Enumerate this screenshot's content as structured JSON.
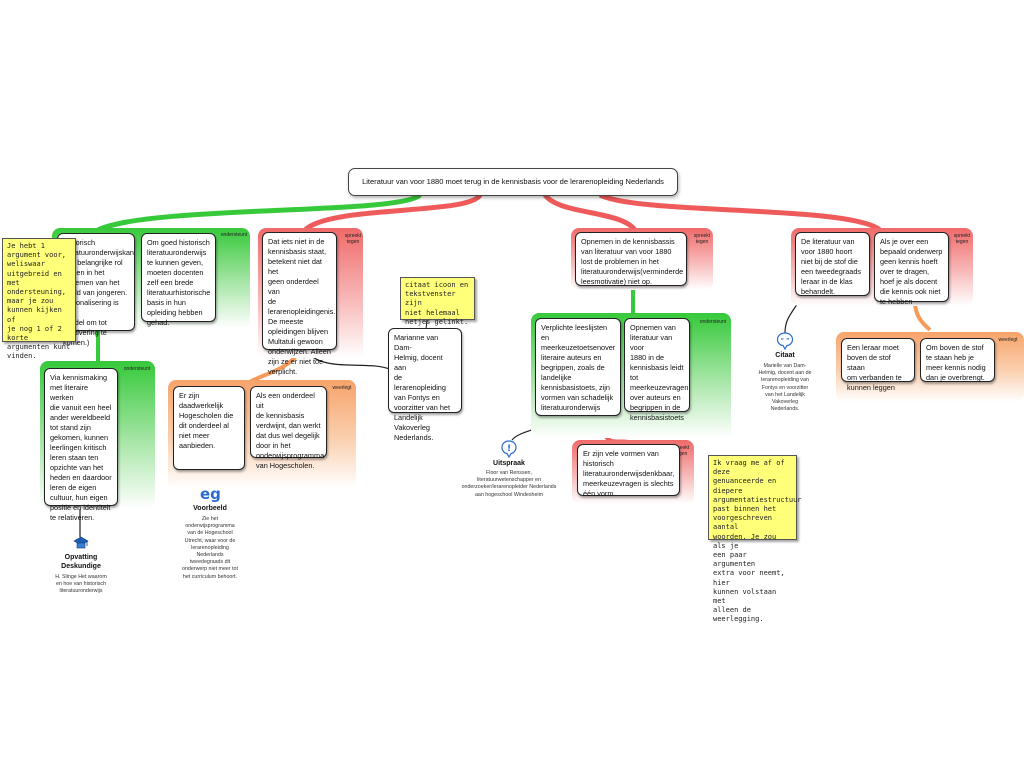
{
  "root": {
    "text": "Literatuur van voor 1880 moet terug in de kennisbasis voor de lerarenopleiding Nederlands"
  },
  "tags": {
    "ondersteunt": "ondersteunt",
    "spreekt_tegen": "spreekt\ntegen",
    "weerlegt": "weerlegt"
  },
  "nodes": {
    "a1": "Historisch\nliteratuuronderwijskan\neen belangrijke rol\nspelen in het\nbenemen van het\nbeeld van jongeren.\nNationalisering is een\nmiddel om tot\nrelativering te\nkomen.)",
    "a2": "Om goed historisch\nliteratuuronderwijs\nte kunnen geven,\nmoeten docenten\nzelf een brede\nliteratuurhistorische\nbasis in hun\nopleiding hebben\ngehad.",
    "a3": "Via kennismaking\nmet literaire werken\ndie vanuit een heel\nander wereldbeeld\ntot stand zijn\ngekomen, kunnen\nleerlingen kritisch\nleren staan ten\nopzichte van het\nheden en daardoor\nleren de eigen\ncultuur, hun eigen\npositie en identiteit\nte relativeren.",
    "b1": "Dat iets niet in de\nkennisbasis staat,\nbetekent niet dat het\ngeen onderdeel van\nde\nlerarenopleidingenis.\nDe meeste\nopleidingen blijven\nMultatuli gewoon\nonderwijzen. Alleen\nzijn ze er niet toe\nverplicht.",
    "b2": "Er zijn\ndaadwerkelijk\nHogescholen die\ndit onderdeel al\nniet meer\naanbieden.",
    "b3": "Als een onderdeel uit\nde kennisbasis\nverdwijnt, dan werkt\ndat dus wel degelijk\ndoor in het\nonderwijsprogramma\nvan Hogescholen.",
    "b4": "Marianne van Dam-\nHelmig, docent aan\nde lerarenopleiding\nvan Fontys en\nvoorzitter van het\nLandelijk\nVakoverleg\nNederlands.",
    "c1": "Opnemen in de kennisbassis\nvan literatuur van voor 1880\nlost de problemen in het\nliteratuuronderwijs(verminderde\nleesmotivatie) niet op.",
    "c2": "Verplichte leeslijsten\nen\nmeerkeuzetoetsenover\nliteraire auteurs en\nbegrippen, zoals de\nlandelijke\nkennisbasistoets, zijn\nvormen van schadelijk\nliteratuuronderwijs",
    "c3": "Opnemen van\nliteratuur van voor\n1880 in de\nkennisbasis leidt\ntot\nmeerkeuzevragen\nover auteurs en\nbegrippen in de\nkennisbasistoets",
    "c4": "Er zijn vele vormen van\nhistorisch\nliteratuuronderwijsdenkbaar,\nmeerkeuzevragen is slechts\néén vorm.",
    "d1": "De literatuur van\nvoor 1880 hoort\nniet bij de stof die\neen tweedegraads\nleraar in de klas\nbehandelt.",
    "d2": "Als je over een\nbepaald onderwerp\ngeen kennis hoeft\nover te dragen,\nhoef je als docent\ndie kennis ook niet\nte hebben",
    "d3": "Een leraar moet\nboven de stof staan\nom verbanden te\nkunnen leggen",
    "d4": "Om boven de stof\nte staan heb je\nmeer kennis nodig\ndan je overbrengt."
  },
  "notes": {
    "n1": "Je hebt 1\nargument voor,\nweliswaar\nuitgebreid en met\nondersteuning,\nmaar je zou\nkunnen kijken of\nje nog 1 of 2 korte\nargumenten kunt\nvinden.",
    "n2": "citaat icoon en\ntekstvenster zijn\nniet helemaal\nnetjes gelinkt.",
    "n3": "Ik vraag me af of deze\ngenuanceerde en\ndiepere\nargumentatiestructuur\npast binnen het\nvoorgeschreven aantal\nwoorden. Je zou als je\neen paar argumenten\nextra voor neemt, hier\nkunnen volstaan met\nalleen de weerlegging."
  },
  "icons": {
    "expert": {
      "icon": "graduation-cap-icon",
      "label": "Opvatting\nDeskundige",
      "desc": "H. Slinge Het waarom\nen hoe van historisch\nliteratuuronderwijs"
    },
    "example": {
      "icon": "eg-icon",
      "glyph": "eg",
      "label": "Voorbeeld",
      "desc": "Zie het\nonderwijsprogramma\nvan de Hogeschool\nUtrecht, waar voor de\nlerarenopleiding\nNederlands\ntweedegraads dit\nonderwerp niet meer tot\nhet curriculum behoort."
    },
    "statement": {
      "icon": "exclamation-icon",
      "glyph": "!",
      "label": "Uitspraak",
      "desc": "Floor van Renssen,\nliteratuurwetenschapper en\nonderzoeker/lerarenopleider Nederlands\naan hogeschool Windesheim"
    },
    "quote": {
      "icon": "quote-icon",
      "glyph": "“ ”",
      "label": "Citaat",
      "desc": "Marielle van Dam-\nHelmig, docent aan de\nlerarenopleiding van\nFontys en voorzitter\nvan het Landelijk\nVakoverleg\nNederlands."
    }
  },
  "colors": {
    "green": "#36c93a",
    "red": "#ef5b5b",
    "orange": "#f59a5b",
    "note": "#ffff7a"
  }
}
